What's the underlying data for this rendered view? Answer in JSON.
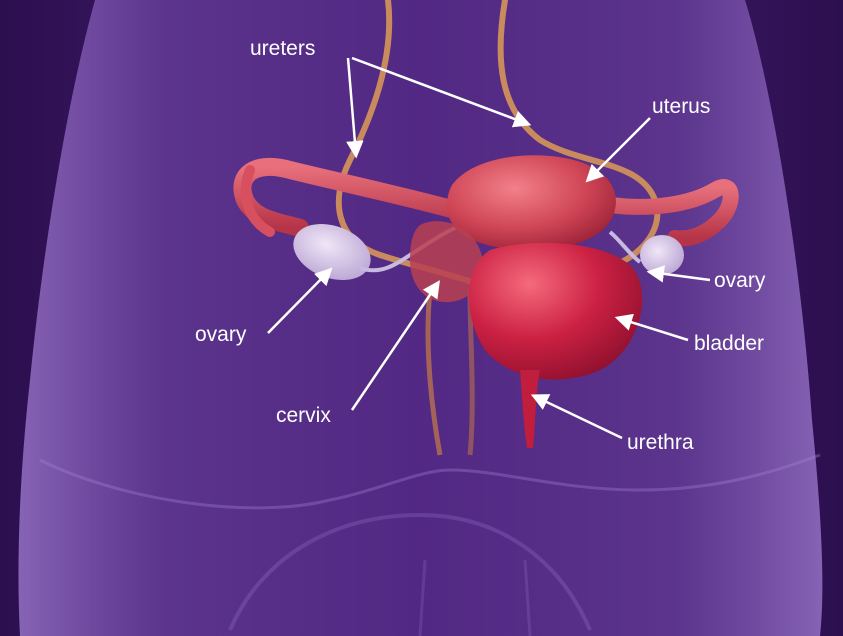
{
  "labels": {
    "ureters": "ureters",
    "uterus": "uterus",
    "ovary_right": "ovary",
    "ovary_left": "ovary",
    "bladder": "bladder",
    "cervix": "cervix",
    "urethra": "urethra"
  },
  "colors": {
    "background": "#3c1a63",
    "body": "#7d4fb3",
    "organ": "#c93a4e",
    "bladder": "#c81f3e",
    "ureter": "#c98a5e",
    "ovary": "#d9cbe8",
    "label": "#ffffff"
  }
}
